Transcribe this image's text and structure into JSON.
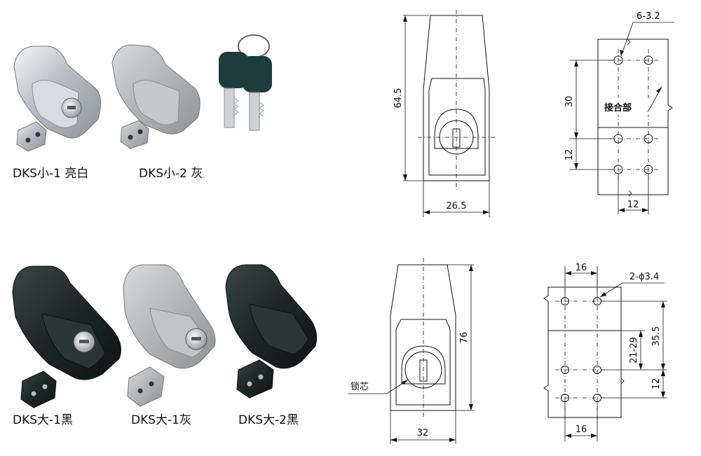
{
  "products": {
    "small_1": "DKS小-1 亮白",
    "small_2": "DKS小-2 灰",
    "large_1_black": "DKS大-1黑",
    "large_1_gray": "DKS大-1灰",
    "large_2_black": "DKS大-2黑"
  },
  "small_drawing": {
    "height": "64.5",
    "width": "26.5"
  },
  "small_plate": {
    "holes": "6-3.2",
    "dim_30": "30",
    "dim_12_v": "12",
    "dim_12_h": "12",
    "joint_label": "接合部"
  },
  "large_drawing": {
    "height": "76",
    "width": "32",
    "core_label": "锁芯"
  },
  "large_plate": {
    "holes": "2-ϕ3.4",
    "dim_16_top": "16",
    "dim_35_5": "35.5",
    "dim_21_29": "21-29",
    "dim_12": "12",
    "dim_16_bottom": "16"
  },
  "colors": {
    "chrome": "#c9cdd2",
    "gray": "#b4b7bb",
    "black": "#1f2a2a",
    "key_head": "#1e3c3c"
  }
}
